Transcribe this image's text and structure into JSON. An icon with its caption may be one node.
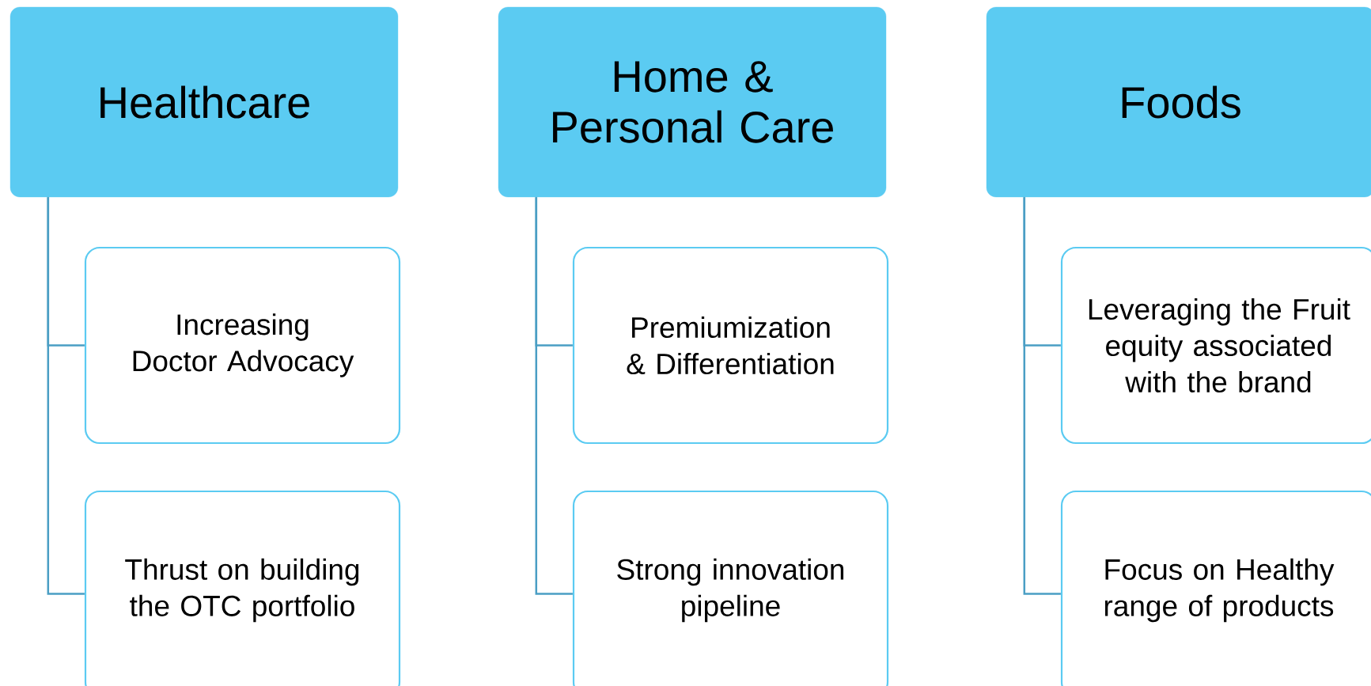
{
  "diagram": {
    "nodes": [
      {
        "text": [
          "Healthcare"
        ]
      },
      {
        "text": [
          "Increasing Doctor Advocacy"
        ]
      },
      {
        "text": [
          "Thrust on building the OTC portfolio"
        ]
      },
      {
        "text": [
          "Home & Personal Care"
        ]
      },
      {
        "text": [
          "Premiumization & Differentiation"
        ]
      },
      {
        "text": [
          "Strong innovation pipeline"
        ]
      },
      {
        "text": [
          "Foods"
        ]
      },
      {
        "text": [
          "Leveraging the Fruit equity associated with the brand"
        ]
      },
      {
        "text": [
          "Focus on Healthy range of products"
        ]
      }
    ],
    "edges": [
      {
        "from": 0,
        "to": 1,
        "arrow": "none"
      },
      {
        "from": 0,
        "to": 2,
        "arrow": "none"
      },
      {
        "from": 3,
        "to": 4,
        "arrow": "none"
      },
      {
        "from": 3,
        "to": 5,
        "arrow": "none"
      },
      {
        "from": 6,
        "to": 7,
        "arrow": "none"
      },
      {
        "from": 6,
        "to": 8,
        "arrow": "none"
      }
    ]
  }
}
